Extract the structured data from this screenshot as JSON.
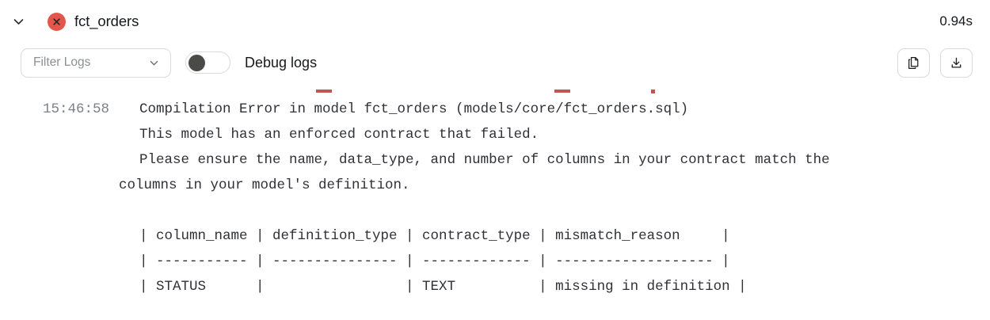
{
  "header": {
    "collapse_icon": "chevron-down-icon",
    "status_icon": "error-circle-x-icon",
    "status_color": "#e2574c",
    "title": "fct_orders",
    "duration": "0.94s"
  },
  "toolbar": {
    "filter": {
      "placeholder": "Filter Logs",
      "value": "",
      "chevron_icon": "chevron-down-icon"
    },
    "debug_toggle": {
      "label": "Debug logs",
      "state": "off",
      "knob_color": "#4a4a48"
    },
    "copy_button": {
      "icon": "copy-icon",
      "label": ""
    },
    "download_button": {
      "icon": "download-icon",
      "label": ""
    }
  },
  "log": {
    "timestamp": "15:46:58",
    "lines": [
      "Compilation Error in model fct_orders (models/core/fct_orders.sql)",
      "This model has an enforced contract that failed.",
      "Please ensure the name, data_type, and number of columns in your contract match the",
      "columns in your model's definition.",
      "",
      "| column_name | definition_type | contract_type | mismatch_reason     |",
      "| ----------- | --------------- | ------------- | ------------------- |",
      "| STATUS      |                 | TEXT          | missing in definition |"
    ],
    "table": {
      "headers": [
        "column_name",
        "definition_type",
        "contract_type",
        "mismatch_reason"
      ],
      "rows": [
        [
          "STATUS",
          "",
          "TEXT",
          "missing in definition"
        ]
      ]
    }
  }
}
